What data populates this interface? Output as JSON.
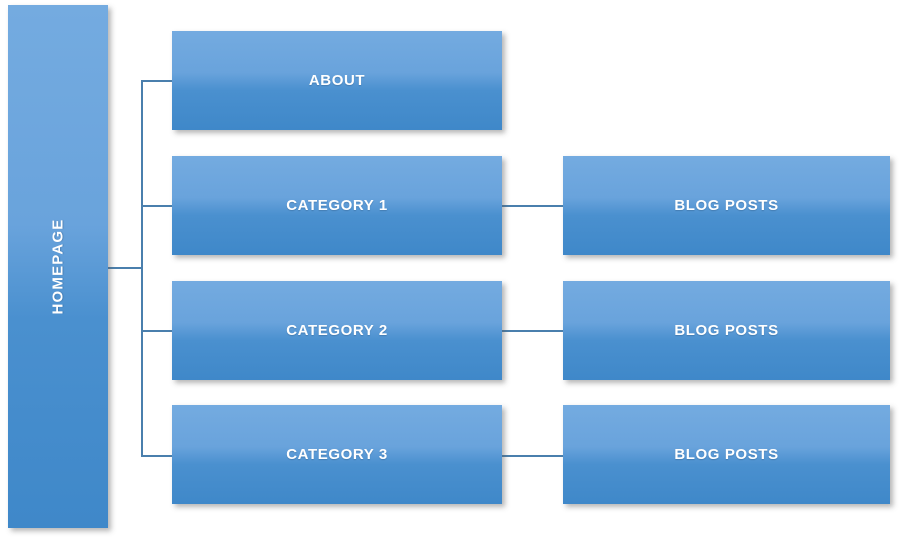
{
  "diagram": {
    "type": "sitemap-tree",
    "background_color": "#ffffff",
    "node_fill_top": "#74abe0",
    "node_fill_bottom": "#3f88c9",
    "node_text_color": "#ffffff",
    "connector_color": "#4a7fad",
    "root": {
      "id": "homepage",
      "label": "HOMEPAGE",
      "orientation": "vertical"
    },
    "levels": {
      "middle": [
        {
          "id": "about",
          "label": "ABOUT"
        },
        {
          "id": "category-1",
          "label": "CATEGORY 1"
        },
        {
          "id": "category-2",
          "label": "CATEGORY 2"
        },
        {
          "id": "category-3",
          "label": "CATEGORY 3"
        }
      ],
      "right": [
        {
          "id": "blog-1",
          "label": "BLOG POSTS"
        },
        {
          "id": "blog-2",
          "label": "BLOG POSTS"
        },
        {
          "id": "blog-3",
          "label": "BLOG POSTS"
        }
      ]
    }
  }
}
